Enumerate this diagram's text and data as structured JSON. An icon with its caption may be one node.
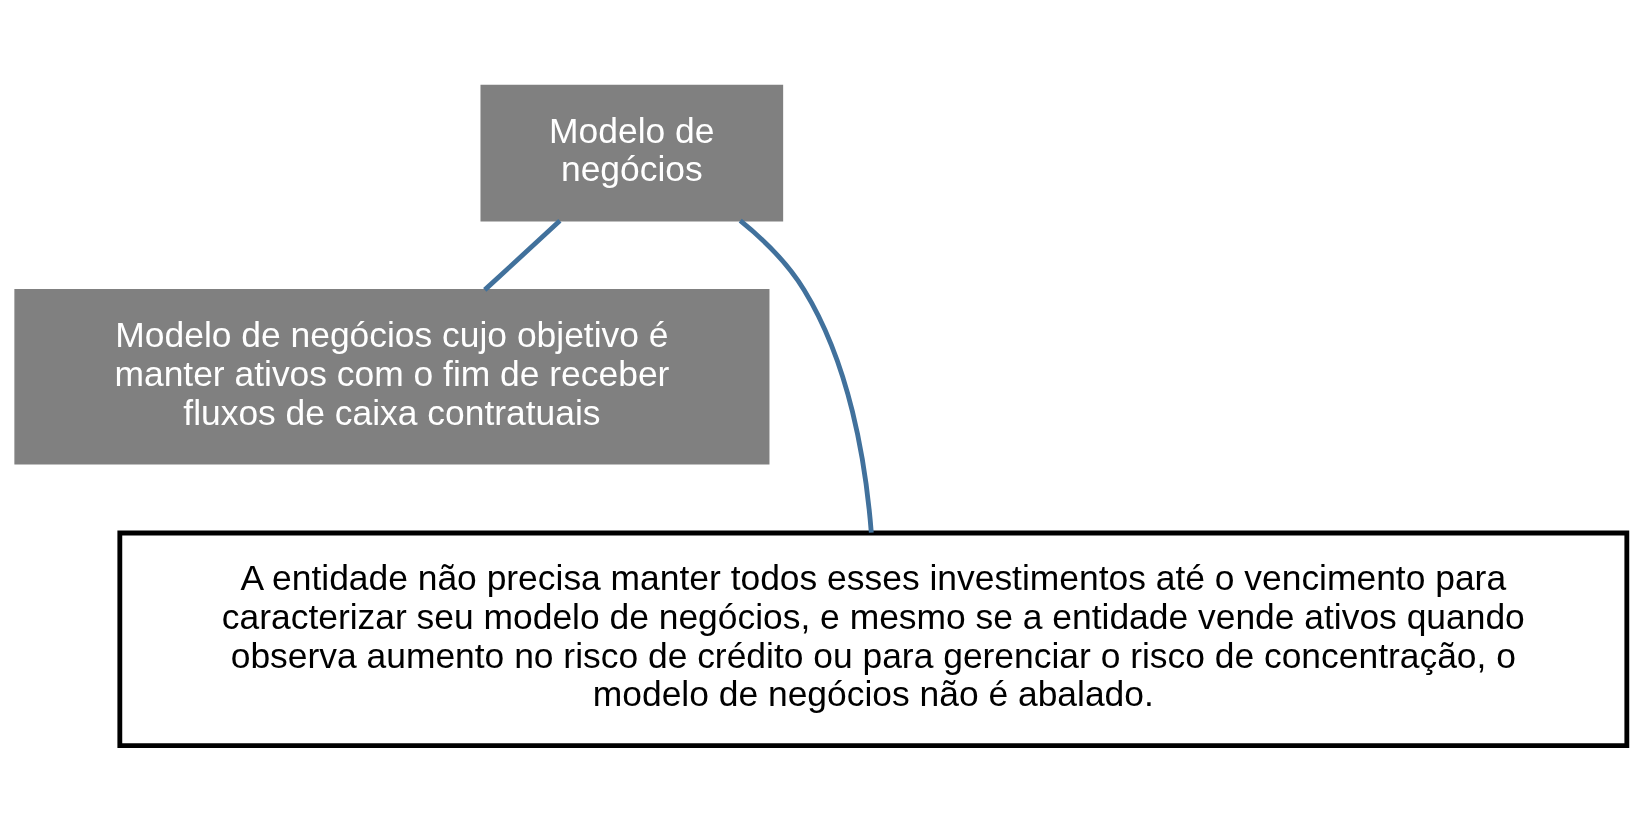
{
  "diagram": {
    "nodes": [
      {
        "text": [
          "Modelo de negócios"
        ]
      },
      {
        "text": [
          "Modelo de negócios cujo objetivo é manter ativos com o fim de receber fluxos de caixa contratuais"
        ]
      },
      {
        "text": [
          "A entidade não precisa manter todos esses investimentos até o vencimento para caracterizar seu modelo de negócios, e mesmo se a entidade vende ativos quando observa aumento no risco de crédito ou para gerenciar o risco de concentração, o modelo de negócios não é abalado."
        ]
      }
    ],
    "edges": [
      {
        "from": 0,
        "to": 1,
        "arrow": "none"
      },
      {
        "from": 0,
        "to": 2,
        "arrow": "none"
      }
    ]
  }
}
